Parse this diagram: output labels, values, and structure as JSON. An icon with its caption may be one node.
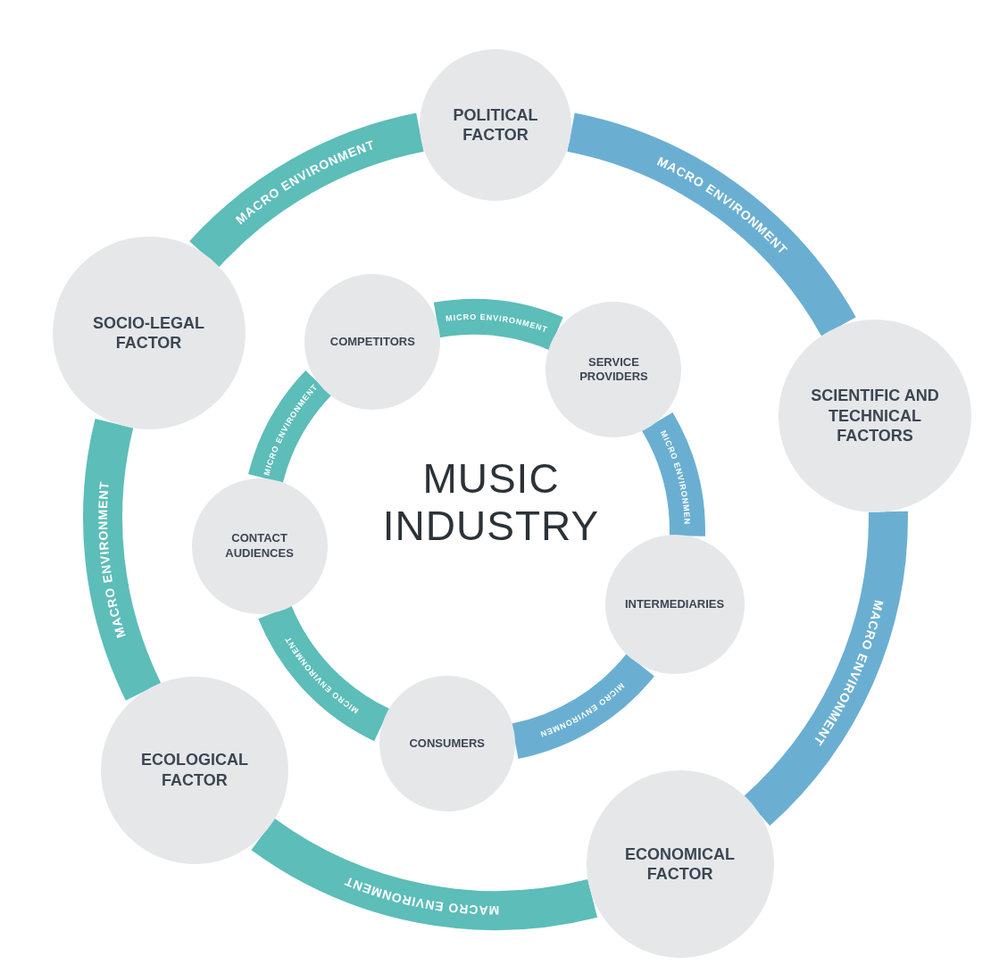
{
  "diagram": {
    "nodes": [
      {
        "text": [
          "POLITICAL FACTOR"
        ]
      },
      {
        "text": [
          "SCIENTIFIC AND TECHNICAL FACTORS"
        ]
      },
      {
        "text": [
          "ECONOMICAL FACTOR"
        ]
      },
      {
        "text": [
          "ECOLOGICAL FACTOR"
        ]
      },
      {
        "text": [
          "SOCIO-LEGAL FACTOR"
        ]
      },
      {
        "text": [
          "COMPETITORS"
        ]
      },
      {
        "text": [
          "SERVICE PROVIDERS"
        ]
      },
      {
        "text": [
          "INTERMEDIARIES"
        ]
      },
      {
        "text": [
          "CONSUMERS"
        ]
      },
      {
        "text": [
          "CONTACT AUDIENCES"
        ]
      }
    ],
    "edges": [
      {
        "from": 0,
        "to": 1,
        "arrow": "none",
        "label": "MACRO ENVIRONMENT",
        "color": "#6aafd2"
      },
      {
        "from": 1,
        "to": 2,
        "arrow": "none",
        "label": "MACRO ENVIRONMENT",
        "color": "#6aafd2"
      },
      {
        "from": 2,
        "to": 3,
        "arrow": "none",
        "label": "MACRO ENVIRONMENT"
      },
      {
        "from": 3,
        "to": 4,
        "arrow": "none",
        "label": "MACRO ENVIRONMENT"
      },
      {
        "from": 4,
        "to": 0,
        "arrow": "none",
        "label": "MACRO ENVIRONMENT"
      },
      {
        "from": 5,
        "to": 6,
        "arrow": "none",
        "label": "MICRO ENVIRONMENT"
      },
      {
        "from": 6,
        "to": 7,
        "arrow": "none",
        "label": "MICRO ENVIRONMEN",
        "color": "#6aafd2"
      },
      {
        "from": 7,
        "to": 8,
        "arrow": "none",
        "label": "MICRO ENVIRONMEN",
        "color": "#6aafd2"
      },
      {
        "from": 8,
        "to": 9,
        "arrow": "none",
        "label": "MICRO ENVIRONMENT"
      },
      {
        "from": 9,
        "to": 5,
        "arrow": "none",
        "label": "MICRO ENVIRONMENT"
      }
    ],
    "labels": [
      "MUSIC INDUSTRY"
    ]
  }
}
